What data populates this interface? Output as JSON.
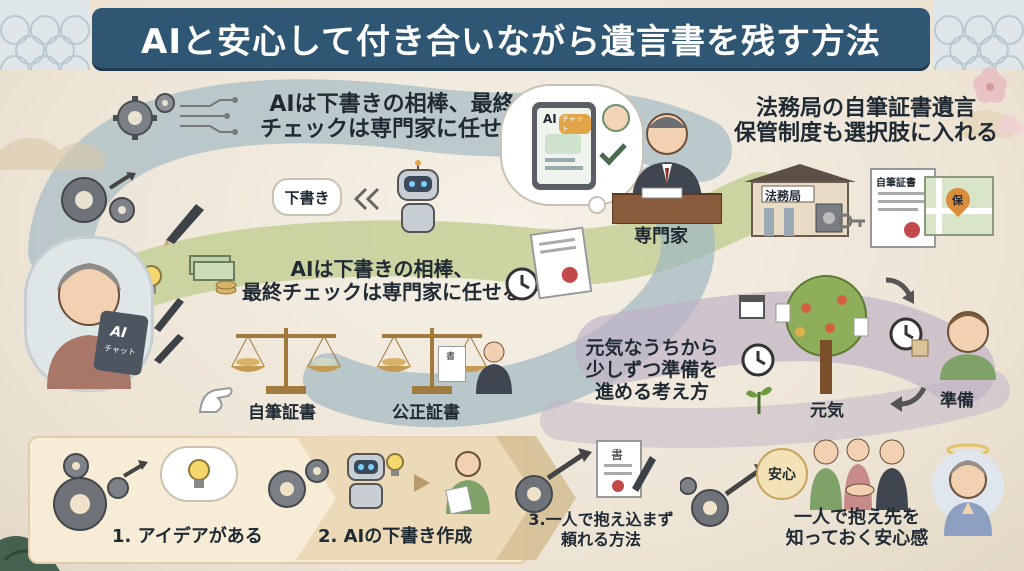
{
  "title": "AIと安心して付き合いながら遺言書を残す方法",
  "top_heading": [
    "AIは下書きの相棒、最終",
    "チェックは専門家に任せる"
  ],
  "tablet_label": "AI",
  "tablet_sub": "チャット",
  "draft_label": "下書き",
  "mid_heading": [
    "AIは下書きの相棒、",
    "最終チェックは専門家に任せる"
  ],
  "expert_label": "専門家",
  "right_heading": [
    "法務局の自筆証書遺言",
    "保管制度も選択肢に入れる"
  ],
  "houmukyoku_label": "法務局",
  "jihitsu_doc_label": "自筆証書",
  "seal_label": "保",
  "jihitsu_label": "自筆証書",
  "kousei_label": "公正証書",
  "grandma_tablet_label": "AI",
  "grandma_tablet_sub": "チャット",
  "genki_heading": [
    "元気なうちから",
    "少しずつ準備を",
    "進める考え方"
  ],
  "genki_label": "元気",
  "junbi_label": "準備",
  "step1": "1. アイデアがある",
  "step2": "2. AIの下書き作成",
  "step3": [
    "3.一人で抱え込まず",
    "頼れる方法"
  ],
  "anshin_label": "安心",
  "final_heading": [
    "一人で抱え先を",
    "知っておく安心感"
  ],
  "doc_mark": "書",
  "colors": {
    "title_bg": "#2f5673",
    "river_blue": "#9fb8c2",
    "river_green": "#bcc98f",
    "river_lavender": "#bfb3c4",
    "panel": "#f7ecd6"
  }
}
